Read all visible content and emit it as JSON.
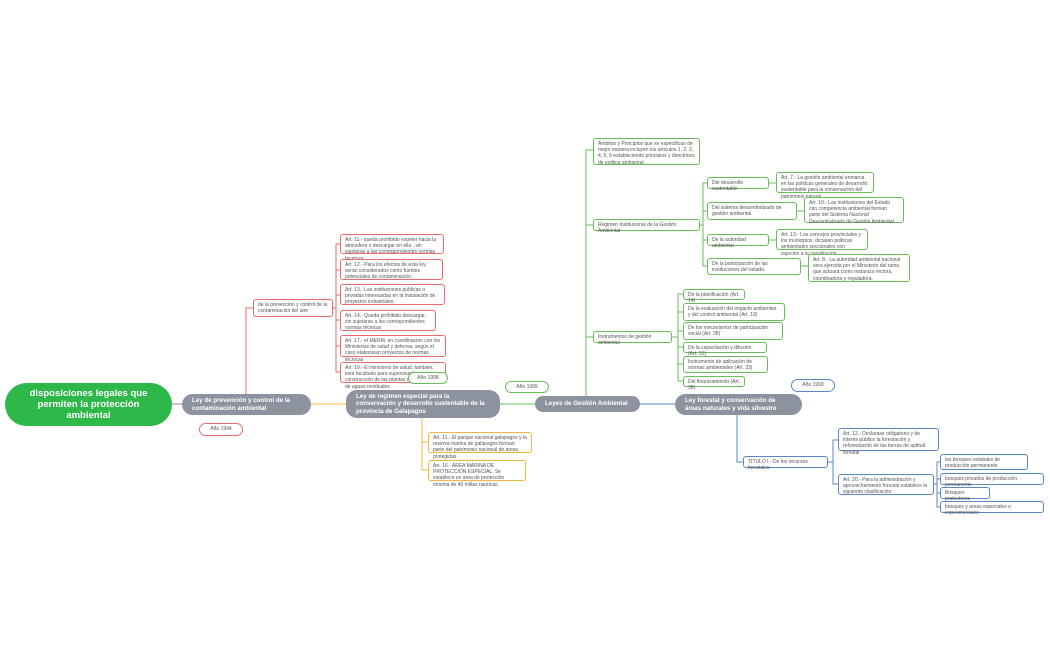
{
  "root": "disposiciones legales que permiten la protección ambiental",
  "branches": {
    "contaminacion": {
      "title": "Ley de prevención y control de la contaminación ambiental",
      "year": "Año 1994",
      "sub": "de la prevención y control de la contaminación del aire",
      "articles": [
        "Art. 11.- queda prohibido expeler hacia la atmosfera o descargar en ella , sin sujetarse a las correspondientes normas técnicas.",
        "Art. 12.- Para los efectos de esta ley, serán considerados como fuentes potenciales de contaminación.",
        "Art. 13.- Las instituciones públicas o privadas interesadas en la instalación de proyectos industriales.",
        "Art. 14.- Queda prohibido descargar, sin sujetarse a las correspondientes normas técnicas",
        "Art. 17.- el MERM, en coordinación con los Ministerios de salud y defensa, según el caso elaboraran proyectos de normas técnicas",
        "Art. 19.- El ministerio de salud, tambien, esta facultado para supervisar la construcción de las plantas de tratamiento de aguas residuales."
      ],
      "overlay_year": "Año 1998"
    },
    "galapagos": {
      "title": "Ley de regimen especial para la conservación y desarrollo sustentable de la provincia de Galapagos",
      "articles": [
        "Art. 11.- El parque nacional galapagos y la reserva marina de galápagos forman parte del patrimonio nacional de areas protegidas",
        "Art. 16.- AREA MARINA DE PROTECCIÓN ESPECIAL. Se establece un area de protección mínima de 40 millas nauticas."
      ]
    },
    "gestion": {
      "title": "Leyes de Gestión Ambiental",
      "year": "Año 1999",
      "ambito": "Ámbitos y Principios que se especifican de mejor manera incluyen los articulos 1, 2, 3, 4, 5, 6 estableciendo principios y directrices de politica ambiental.",
      "regimen": "Regimen Institucional de la Gestión Ambiental",
      "regimen_items": [
        {
          "label": "Del desarrollo sustentable",
          "detail": "Art. 7.- La gestión ambiental enmarca en las politicas generales de desarrollo sustentable para la conservación del patrimonio natural."
        },
        {
          "label": "Del sistema descentralizado de gestión ambiental",
          "detail": "Art. 10.- Las instituciones del Estado con competencia ambiental forman parte del Sistema Nacional Descentralizado de Gestión Ambiental."
        },
        {
          "label": "De la autoridad ambiental",
          "detail": "Art. 13.- Los concejos provinciales y los municipios, dictaran politicas ambientales seccionales con sujeción a la constitución"
        },
        {
          "label": "De la participación de las instituciones del estado.",
          "detail": "Art. 8.- La autoridad ambiental nacional sera ejercida por el Ministerio del ramo, que actuara como instancia rectora, coordinadora y reguladora."
        }
      ],
      "instrumentos": "Instrumentos de gestión ambiental",
      "instrumentos_items": [
        "De la planificación (Art. 14)",
        "De la evaluación del impacto ambientes y del control ambiental (Art. 19)",
        "De los mecanismos de participación social (Art. 28)",
        "De la capacitación y difusión (Art. 31)",
        "Instrumento de aplicación de normas ambientales (Art. 33)",
        "Del financiamiento (Art. 38)"
      ]
    },
    "forestal": {
      "title": "Ley forestal y conservación de áreas naturales y vida silvestre",
      "year": "Año 1999",
      "titulo": "TITULO I - De los recursos forestales",
      "art12": "Art. 12.- Declarase obligatorio y de interés público la forestación y reforestación de las tierras de aptitud forestal",
      "art20": "Art. 20.- Para la administración y aprovechamiento forestal establece la siguiente clasificación",
      "bosques": [
        "los bosques estatales de producción permanente",
        "bosques privados de producción permanente",
        "Bosques protectores",
        "bosques y areas especiales o experimentales"
      ]
    }
  },
  "colors": {
    "root": "#2fb84a",
    "main_topic": "#8c929e",
    "contaminacion": "#ea6b6b",
    "galapagos": "#f0b840",
    "gestion": "#6bbd5b",
    "forestal": "#5b87c6"
  }
}
